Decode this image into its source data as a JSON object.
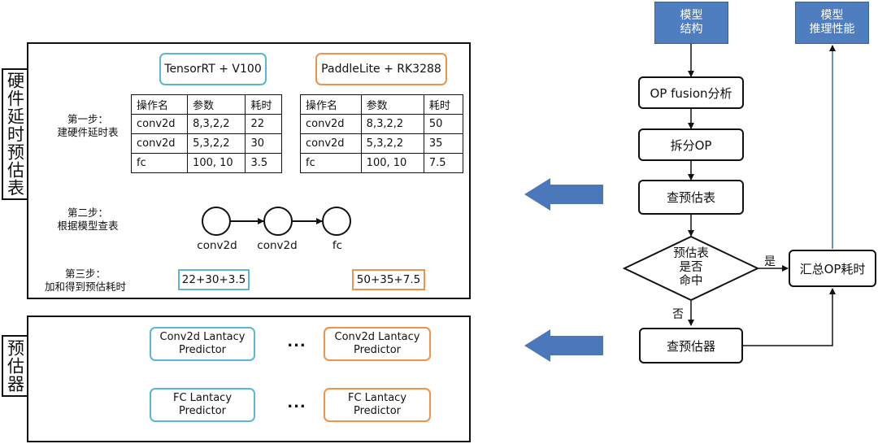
{
  "colors": {
    "hw_a": "#5bb6cf",
    "hw_b": "#f0924a",
    "flow_blue": "#4f7ec0",
    "arrow_blue": "#4a78bb"
  },
  "left": {
    "label_top": "硬件延时预估表",
    "label_bottom": "预估器",
    "hw_a": "TensorRT + V100",
    "hw_b": "PaddleLite + RK3288",
    "step1": [
      "第一步：",
      "建硬件延时表"
    ],
    "step2": [
      "第二步：",
      "根据模型查表"
    ],
    "step3": [
      "第三步：",
      "加和得到预估耗时"
    ],
    "table_headers": [
      "操作名",
      "参数",
      "耗时"
    ],
    "table_a": [
      [
        "conv2d",
        "8,3,2,2",
        "22"
      ],
      [
        "conv2d",
        "5,3,2,2",
        "30"
      ],
      [
        "fc",
        "100, 10",
        "3.5"
      ]
    ],
    "table_b": [
      [
        "conv2d",
        "8,3,2,2",
        "50"
      ],
      [
        "conv2d",
        "5,3,2,2",
        "35"
      ],
      [
        "fc",
        "100, 10",
        "7.5"
      ]
    ],
    "nodes": [
      "conv2d",
      "conv2d",
      "fc"
    ],
    "sum_a": "22+30+3.5",
    "sum_b": "50+35+7.5",
    "predictors": {
      "conv_line1": "Conv2d Lantacy",
      "fc_line1": "FC Lantacy",
      "line2": "Predictor",
      "dots": "..."
    }
  },
  "flow": {
    "model_structure": [
      "模型",
      "结构"
    ],
    "model_perf": [
      "模型",
      "推理性能"
    ],
    "op_fusion": "OP fusion分析",
    "split_op": "拆分OP",
    "lookup_table": "查预估表",
    "decision": [
      "预估表",
      "是否",
      "命中"
    ],
    "yes": "是",
    "no": "否",
    "predictor": "查预估器",
    "sum_op": "汇总OP耗时"
  }
}
